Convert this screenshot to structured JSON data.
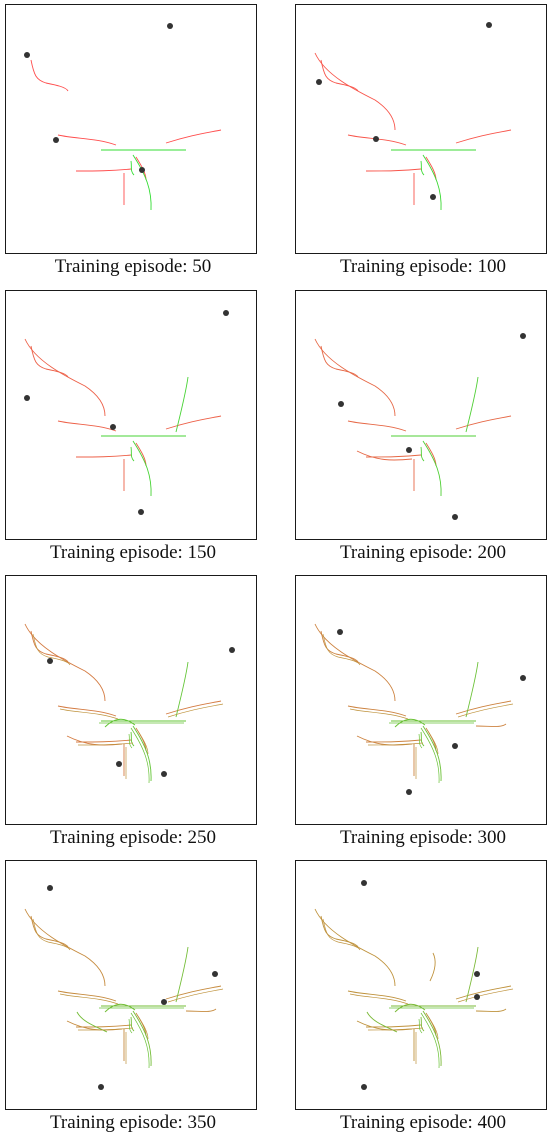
{
  "caption_prefix": "Training episode: ",
  "colors": {
    "early": "#ff4d4d",
    "late": "#33dd33",
    "olive": "#b89a3a",
    "dot": "#333333"
  },
  "panels": [
    {
      "episode": "50",
      "caption": "Training episode: 50",
      "dots": [
        [
          21,
          50
        ],
        [
          164,
          21
        ],
        [
          50,
          135
        ],
        [
          136,
          165
        ]
      ],
      "mix": 0.0
    },
    {
      "episode": "100",
      "caption": "Training episode: 100",
      "dots": [
        [
          193,
          20
        ],
        [
          23,
          77
        ],
        [
          80,
          134
        ],
        [
          137,
          192
        ]
      ],
      "mix": 0.1
    },
    {
      "episode": "150",
      "caption": "Training episode: 150",
      "dots": [
        [
          220,
          22
        ],
        [
          21,
          107
        ],
        [
          107,
          136
        ],
        [
          135,
          221
        ]
      ],
      "mix": 0.25
    },
    {
      "episode": "200",
      "caption": "Training episode: 200",
      "dots": [
        [
          227,
          45
        ],
        [
          45,
          113
        ],
        [
          113,
          159
        ],
        [
          159,
          226
        ]
      ],
      "mix": 0.35
    },
    {
      "episode": "250",
      "caption": "Training episode: 250",
      "dots": [
        [
          44,
          85
        ],
        [
          226,
          74
        ],
        [
          113,
          188
        ],
        [
          158,
          198
        ]
      ],
      "mix": 0.6
    },
    {
      "episode": "300",
      "caption": "Training episode: 300",
      "dots": [
        [
          44,
          56
        ],
        [
          227,
          102
        ],
        [
          159,
          170
        ],
        [
          113,
          216
        ]
      ],
      "mix": 0.7
    },
    {
      "episode": "350",
      "caption": "Training episode: 350",
      "dots": [
        [
          44,
          27
        ],
        [
          209,
          113
        ],
        [
          158,
          141
        ],
        [
          95,
          226
        ]
      ],
      "mix": 0.8
    },
    {
      "episode": "400",
      "caption": "Training episode: 400",
      "dots": [
        [
          68,
          22
        ],
        [
          181,
          113
        ],
        [
          181,
          136
        ],
        [
          68,
          226
        ]
      ],
      "mix": 0.9
    }
  ]
}
